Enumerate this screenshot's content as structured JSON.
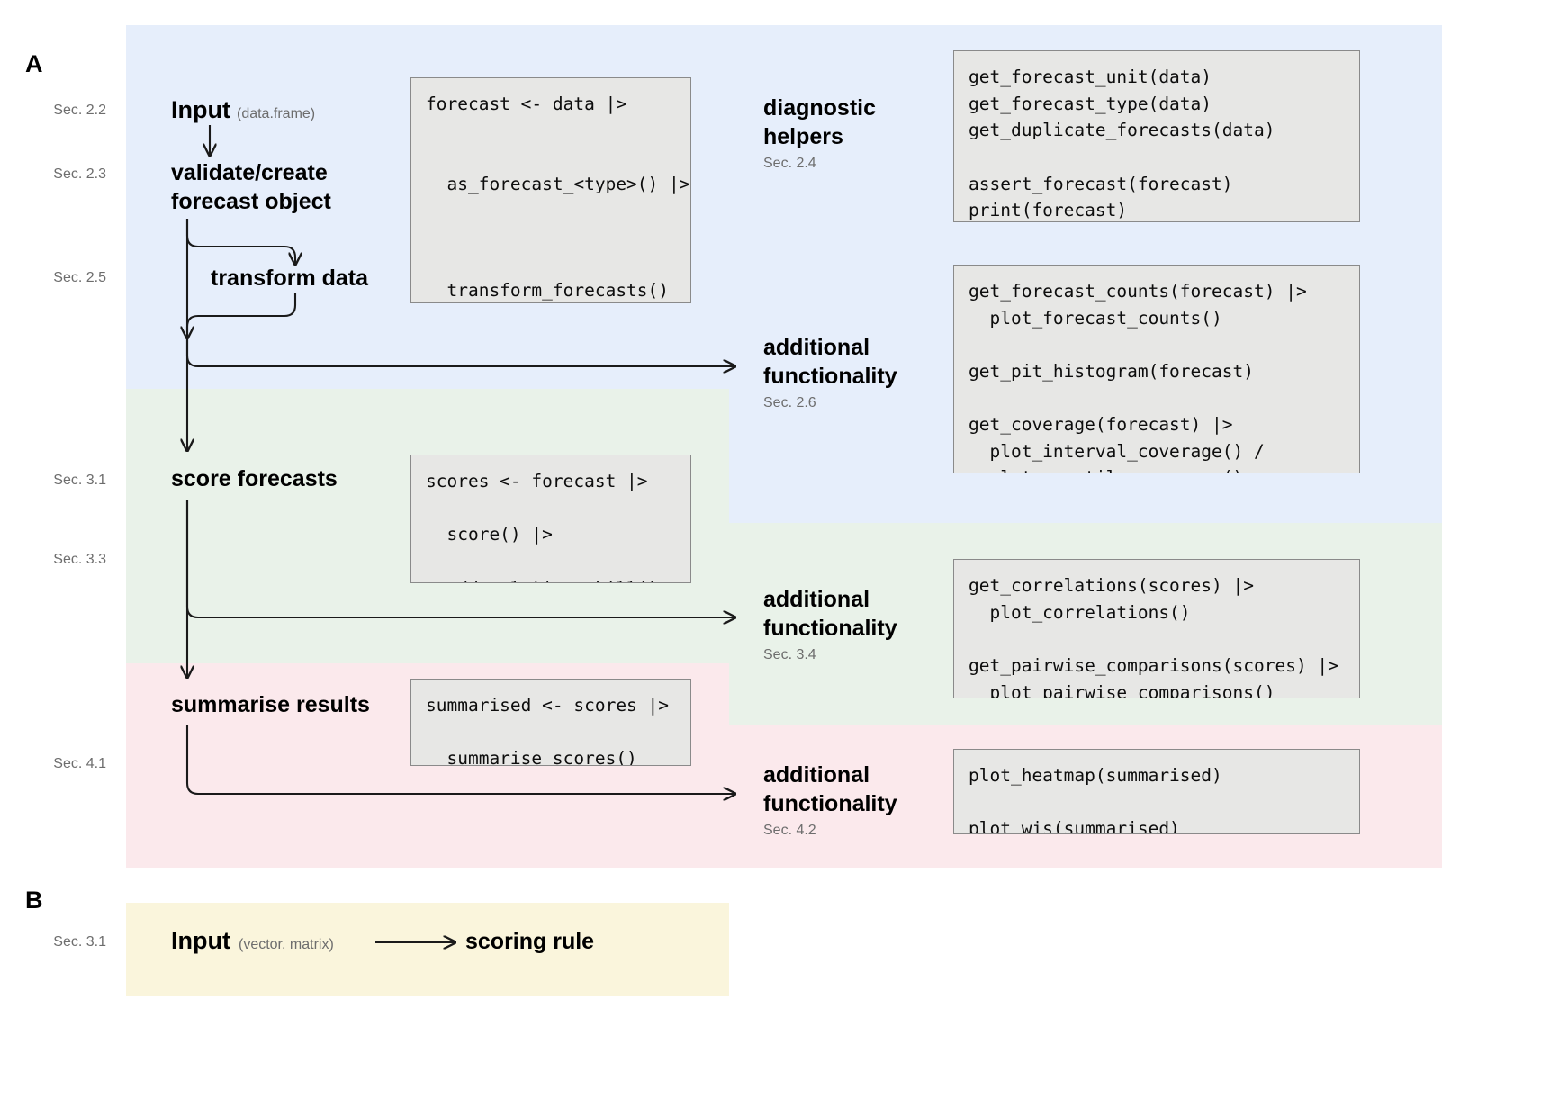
{
  "figure": {
    "panels": [
      {
        "letter": "A"
      },
      {
        "letter": "B"
      }
    ]
  },
  "panelA": {
    "sections": [
      {
        "tag": "Sec. 2.2"
      },
      {
        "tag": "Sec. 2.3"
      },
      {
        "tag": "Sec. 2.5"
      },
      {
        "tag": "Sec. 3.1"
      },
      {
        "tag": "Sec. 3.3"
      },
      {
        "tag": "Sec. 4.1"
      }
    ],
    "steps": [
      {
        "label": "Input",
        "note": "(data.frame)"
      },
      {
        "label": "validate/create\nforecast object",
        "note": ""
      },
      {
        "label": "transform data",
        "note": ""
      },
      {
        "label": "score forecasts",
        "note": ""
      },
      {
        "label": "summarise results",
        "note": ""
      }
    ],
    "code_blocks": [
      {
        "name": "pipeline-create",
        "lines": "forecast <- data |>\n\n\n  as_forecast_<type>() |>\n\n\n\n  transform_forecasts()"
      },
      {
        "name": "pipeline-score",
        "lines": "scores <- forecast |>\n\n  score() |>\n\n  add_relative_skill()"
      },
      {
        "name": "pipeline-summarise",
        "lines": "summarised <- scores |>\n\n  summarise_scores()"
      }
    ],
    "right_blocks": [
      {
        "title": "diagnostic\nhelpers",
        "sec": "Sec. 2.4",
        "code": "get_forecast_unit(data)\nget_forecast_type(data)\nget_duplicate_forecasts(data)\n\nassert_forecast(forecast)\nprint(forecast)"
      },
      {
        "title": "additional\nfunctionality",
        "sec": "Sec. 2.6",
        "code": "get_forecast_counts(forecast) |>\n  plot_forecast_counts()\n\nget_pit_histogram(forecast)\n\nget_coverage(forecast) |>\n  plot_interval_coverage() /\n  plot_quantile_coverage()"
      },
      {
        "title": "additional\nfunctionality",
        "sec": "Sec. 3.4",
        "code": "get_correlations(scores) |>\n  plot_correlations()\n\nget_pairwise_comparisons(scores) |>\n  plot_pairwise_comparisons()"
      },
      {
        "title": "additional\nfunctionality",
        "sec": "Sec. 4.2",
        "code": "plot_heatmap(summarised)\n\nplot_wis(summarised)"
      }
    ]
  },
  "panelB": {
    "sec": "Sec. 3.1",
    "input_label": "Input",
    "input_note": "(vector, matrix)",
    "target_label": "scoring rule"
  },
  "colors": {
    "band_blue": "#e6eefb",
    "band_green": "#e9f2e9",
    "band_pink": "#fbe9ec",
    "band_yellow": "#faf5dc",
    "code_bg": "#e7e7e5",
    "code_border": "#8a8a8a",
    "text_primary": "#000000",
    "text_muted": "#6d6d6d",
    "arrow": "#1a1a1a"
  }
}
